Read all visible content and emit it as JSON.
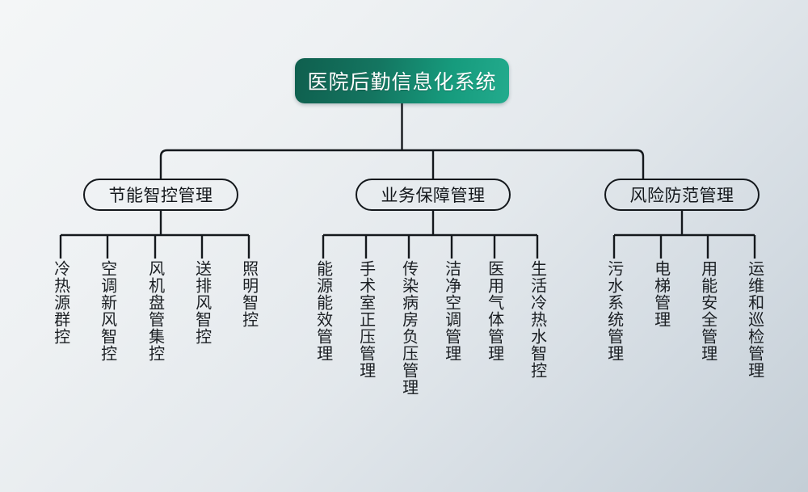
{
  "diagram": {
    "title": "医院后勤信息化系统",
    "orientation": "top-down-org-chart",
    "colors": {
      "root_fill_start": "#0f5f4e",
      "root_fill_end": "#23ab8d",
      "root_text": "#ffffff",
      "node_border": "#14181c",
      "node_text": "#14181c",
      "connector": "#14181c",
      "background_start": "#f4f6f7",
      "background_end": "#c4ced6"
    },
    "root": {
      "label": "医院后勤信息化系统"
    },
    "branches": [
      {
        "label": "节能智控管理",
        "leaves": [
          {
            "label": "冷热源群控"
          },
          {
            "label": "空调新风智控"
          },
          {
            "label": "风机盘管集控"
          },
          {
            "label": "送排风智控"
          },
          {
            "label": "照明智控"
          }
        ]
      },
      {
        "label": "业务保障管理",
        "leaves": [
          {
            "label": "能源能效管理"
          },
          {
            "label": "手术室正压管理"
          },
          {
            "label": "传染病房负压管理"
          },
          {
            "label": "洁净空调管理"
          },
          {
            "label": "医用气体管理"
          },
          {
            "label": "生活冷热水智控"
          }
        ]
      },
      {
        "label": "风险防范管理",
        "leaves": [
          {
            "label": "污水系统管理"
          },
          {
            "label": "电梯管理"
          },
          {
            "label": "用能安全管理"
          },
          {
            "label": "运维和巡检管理"
          }
        ]
      }
    ]
  }
}
